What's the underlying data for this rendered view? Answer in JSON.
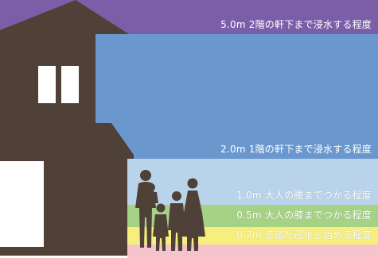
{
  "colors": {
    "level_5_0m": "#7b5ea8",
    "level_2_0m": "#6b97cf",
    "level_1_0m": "#b9d3ea",
    "level_0_5m": "#a6d286",
    "level_0_2m": "#f6ee7d",
    "ground": "#f4c3cc",
    "house": "#4f4038",
    "silhouette": "#4f4038",
    "window": "#ffffff"
  },
  "levels": [
    {
      "depth": "5.0m",
      "label": "5.0m 2階の軒下まで浸水する程度"
    },
    {
      "depth": "2.0m",
      "label": "2.0m 1階の軒下まで浸水する程度"
    },
    {
      "depth": "1.0m",
      "label": "1.0m 大人の腰までつかる程度"
    },
    {
      "depth": "0.5m",
      "label": "0.5m 大人の膝までつかる程度"
    },
    {
      "depth": "0.2m",
      "label": "0.2m 歩道が冠水し始める程度"
    }
  ],
  "illustration": {
    "house": "house-icon",
    "family": "family-silhouette-icon"
  }
}
